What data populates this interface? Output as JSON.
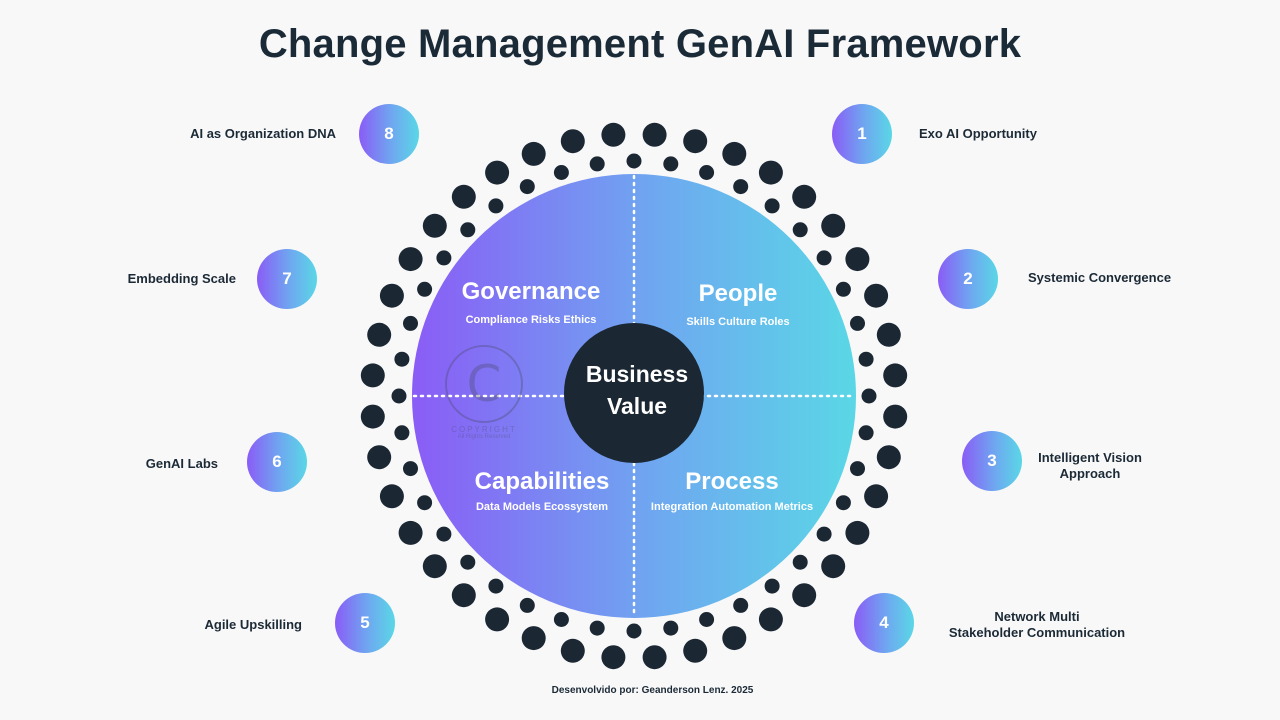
{
  "title": "Change Management GenAI Framework",
  "center": "Business\nValue",
  "quadrants": {
    "governance": {
      "title": "Governance",
      "subtitle": "Compliance Risks Ethics"
    },
    "people": {
      "title": "People",
      "subtitle": "Skills Culture Roles"
    },
    "capabilities": {
      "title": "Capabilities",
      "subtitle": "Data Models Ecossystem"
    },
    "process": {
      "title": "Process",
      "subtitle": "Integration Automation Metrics"
    }
  },
  "steps": [
    {
      "number": "1",
      "label": "Exo AI Opportunity"
    },
    {
      "number": "2",
      "label": "Systemic Convergence"
    },
    {
      "number": "3",
      "label": "Intelligent Vision\nApproach"
    },
    {
      "number": "4",
      "label": "Network Multi\nStakeholder Communication"
    },
    {
      "number": "5",
      "label": "Agile Upskilling"
    },
    {
      "number": "6",
      "label": "GenAI Labs"
    },
    {
      "number": "7",
      "label": "Embedding Scale"
    },
    {
      "number": "8",
      "label": "AI as Organization DNA"
    }
  ],
  "watermark": {
    "text": "COPYRIGHT",
    "sub": "All Rights Reserved"
  },
  "footer": "Desenvolvido por: Geanderson Lenz. 2025",
  "colors": {
    "gradient_start": "#8a5cf6",
    "gradient_end": "#5ad7e6",
    "dark": "#1b2733",
    "background": "#f8f8f9"
  }
}
